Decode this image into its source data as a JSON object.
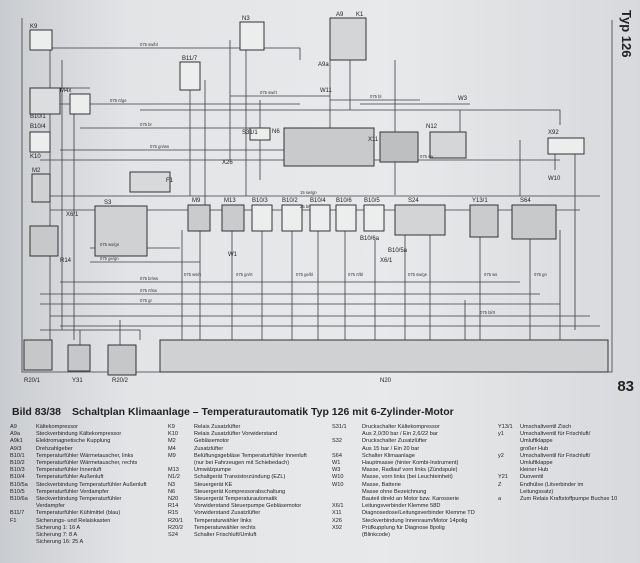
{
  "header": {
    "title": "Typ 126",
    "page_number": "83"
  },
  "figure": {
    "number": "Bild 83/38",
    "title": "Schaltplan Klimaanlage – Temperaturautomatik Typ 126 mit 6-Zylinder-Motor"
  },
  "diagram": {
    "components": [
      "K9",
      "M4x",
      "B10/1",
      "B10/4",
      "K10",
      "M2",
      "X6/1",
      "S3",
      "R14",
      "N3",
      "B11/7",
      "F1",
      "M9",
      "M13",
      "B10/3",
      "B10/2",
      "B10/4",
      "B10/6",
      "B10/5",
      "S24",
      "Y13/1",
      "S64",
      "W11",
      "X26",
      "S31/1",
      "N6",
      "X11",
      "N12",
      "X92",
      "W3",
      "W10",
      "W1",
      "R20/1",
      "Y31",
      "R20/2",
      "N20",
      "A9",
      "K1",
      "A9a",
      "B10/6a",
      "B10/5a",
      "X6/1"
    ],
    "wire_labels": [
      "075 sw/bl",
      "075 rt/ge",
      "075 br",
      "075 gn/ws",
      "075 sw/rt",
      "075 bl",
      "075 sw",
      "075 ws/gn",
      "075 ge/gn",
      "075 br/ws",
      "075 rt/sw",
      "075 gr",
      "15 sw/gn",
      "25 br",
      "075 ws/rt",
      "075 gn/rt",
      "075 ge/bl",
      "075 rt/bl",
      "075 sw/ge",
      "075 ws",
      "075 gn",
      "075 bl/rt"
    ]
  },
  "legend": {
    "col1": [
      [
        "A9",
        "Kältekompressor"
      ],
      [
        "A9a",
        "Steckverbindung Kältekompressor"
      ],
      [
        "A9k1",
        "Elektromagnetische Kupplung"
      ],
      [
        "A9/3",
        "Drehzahlgeber"
      ],
      [
        "B10/1",
        "Temperaturfühler Wärmetauscher, links"
      ],
      [
        "B10/2",
        "Temperaturfühler Wärmetauscher, rechts"
      ],
      [
        "B10/3",
        "Temperaturfühler Innenluft"
      ],
      [
        "B10/4",
        "Temperaturfühler Außenluft"
      ],
      [
        "B10/5a",
        "Steckverbindung Temperaturfühler Außenluft"
      ],
      [
        "B10/5",
        "Temperaturfühler Verdampfer"
      ],
      [
        "B10/6a",
        "Steckverbindung Temperaturfühler"
      ],
      [
        "",
        "Verdampfer"
      ],
      [
        "B11/7",
        "Temperaturfühler Kühlmittel (blau)"
      ],
      [
        "F1",
        "Sicherungs- und Relaiskasten"
      ],
      [
        "",
        "Sicherung 1: 16 A"
      ],
      [
        "",
        "Sicherung 7: 8 A"
      ],
      [
        "",
        "Sicherung 16: 25 A"
      ]
    ],
    "col2": [
      [
        "K9",
        "Relais Zusatzlüfter"
      ],
      [
        "K10",
        "Relais Zusatzlüfter Vorwiderstand"
      ],
      [
        "M2",
        "Gebläsemotor"
      ],
      [
        "M4",
        "Zusatzlüfter"
      ],
      [
        "M9",
        "Belüftungsgebläse Temperaturfühler Innenluft"
      ],
      [
        "",
        "(nur bei Fahrzeugen mit Schiebedach)"
      ],
      [
        "M13",
        "Umwälzpumpe"
      ],
      [
        "N1/2",
        "Schaltgerät Transistorzündung (EZL)"
      ],
      [
        "N3",
        "Steuergerät KE"
      ],
      [
        "N6",
        "Steuergerät Kompressorabschaltung"
      ],
      [
        "N20",
        "Steuergerät Temperaturautomatik"
      ],
      [
        "R14",
        "Vorwiderstand Steuerpumpe Gebläsemotor"
      ],
      [
        "R15",
        "Vorwiderstand Zusatzlüfter"
      ],
      [
        "R20/1",
        "Temperaturwähler links"
      ],
      [
        "R20/2",
        "Temperaturwähler rechts"
      ],
      [
        "S24",
        "Schalter Frischluft/Umluft"
      ]
    ],
    "col3": [
      [
        "S31/1",
        "Druckschalter Kältekompressor"
      ],
      [
        "",
        "Aus 2,0/30 bar / Ein 2,6/22 bar"
      ],
      [
        "S32",
        "Druckschalter Zusatzlüfter"
      ],
      [
        "",
        "Aus 15 bar / Ein 20 bar"
      ],
      [
        "S64",
        "Schalter Klimaanlage"
      ],
      [
        "W1",
        "Hauptmasse (hinter Kombi-Instrument)"
      ],
      [
        "W3",
        "Masse, Radlauf vorn links (Zündspule)"
      ],
      [
        "W10",
        "Masse, vorn links (bei Leuchteinheit)"
      ],
      [
        "W10",
        "Masse, Batterie"
      ],
      [
        "",
        "Masse ohne Bezeichnung"
      ],
      [
        "",
        "Bauteil direkt an Motor bzw. Karosserie"
      ],
      [
        "X6/1",
        "Leitungsverbinder Klemme 58D"
      ],
      [
        "X11",
        "Diagnosedose/Leitungsverbinder Klemme TD"
      ],
      [
        "X26",
        "Steckverbindung Innenraum/Motor 14polig"
      ],
      [
        "X92",
        "Prüfkupplung für Diagnose 8polig"
      ],
      [
        "",
        "(Blinkcode)"
      ]
    ],
    "col4": [
      [
        "Y13/1",
        "Umschaltventil Zisch"
      ],
      [
        "y1",
        "Umschaltventil für Frischluft/"
      ],
      [
        "",
        "Umluftklappe"
      ],
      [
        "",
        "großer Hub"
      ],
      [
        "y2",
        "Umschaltventil für Frischluft/"
      ],
      [
        "",
        "Umluftklappe"
      ],
      [
        "",
        "kleiner Hub"
      ],
      [
        "Y21",
        "Duoventil"
      ],
      [
        "Z",
        "Endhülse (Litverbinder im"
      ],
      [
        "",
        "Leitungssatz)"
      ],
      [
        "a",
        "Zum Relais Kraftstoffpumpe Buchse 10"
      ]
    ]
  }
}
